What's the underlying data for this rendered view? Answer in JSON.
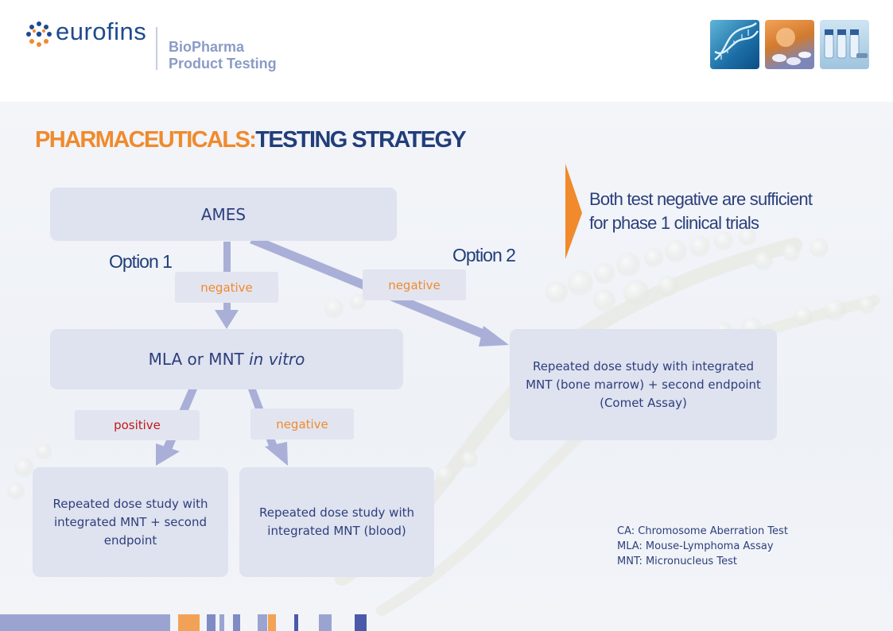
{
  "header": {
    "brand": "eurofins",
    "division_line1": "BioPharma",
    "division_line2": "Product Testing",
    "thumbnails": [
      "dna-helix-image",
      "tablets-image",
      "vials-image"
    ]
  },
  "title": {
    "part1": "PHARMACEUTICALS:",
    "part2": "TESTING STRATEGY"
  },
  "diagram": {
    "ames": "AMES",
    "option1": "Option 1",
    "option2": "Option 2",
    "mla": {
      "text": "MLA or MNT ",
      "italic": "in vitro"
    },
    "label_negative_1": "negative",
    "label_negative_2": "negative",
    "label_positive": "positive",
    "label_negative_3": "negative",
    "box_option2": "Repeated dose study with integrated MNT (bone marrow) + second endpoint (Comet Assay)",
    "box_positive": "Repeated dose study with integrated MNT + second endpoint",
    "box_negative": "Repeated dose study with integrated MNT (blood)"
  },
  "note": {
    "line1": "Both test negative are sufficient",
    "line2": "for phase 1 clinical trials"
  },
  "abbreviations": [
    "CA: Chromosome Aberration Test",
    "MLA: Mouse-Lymphoma Assay",
    "MNT: Micronucleus Test"
  ],
  "colors": {
    "accent_orange": "#f08a2c",
    "navy": "#213e7a",
    "box_fill": "#dfe2ef",
    "arrow": "#a9afd7",
    "positive_red": "#c01a1a"
  }
}
